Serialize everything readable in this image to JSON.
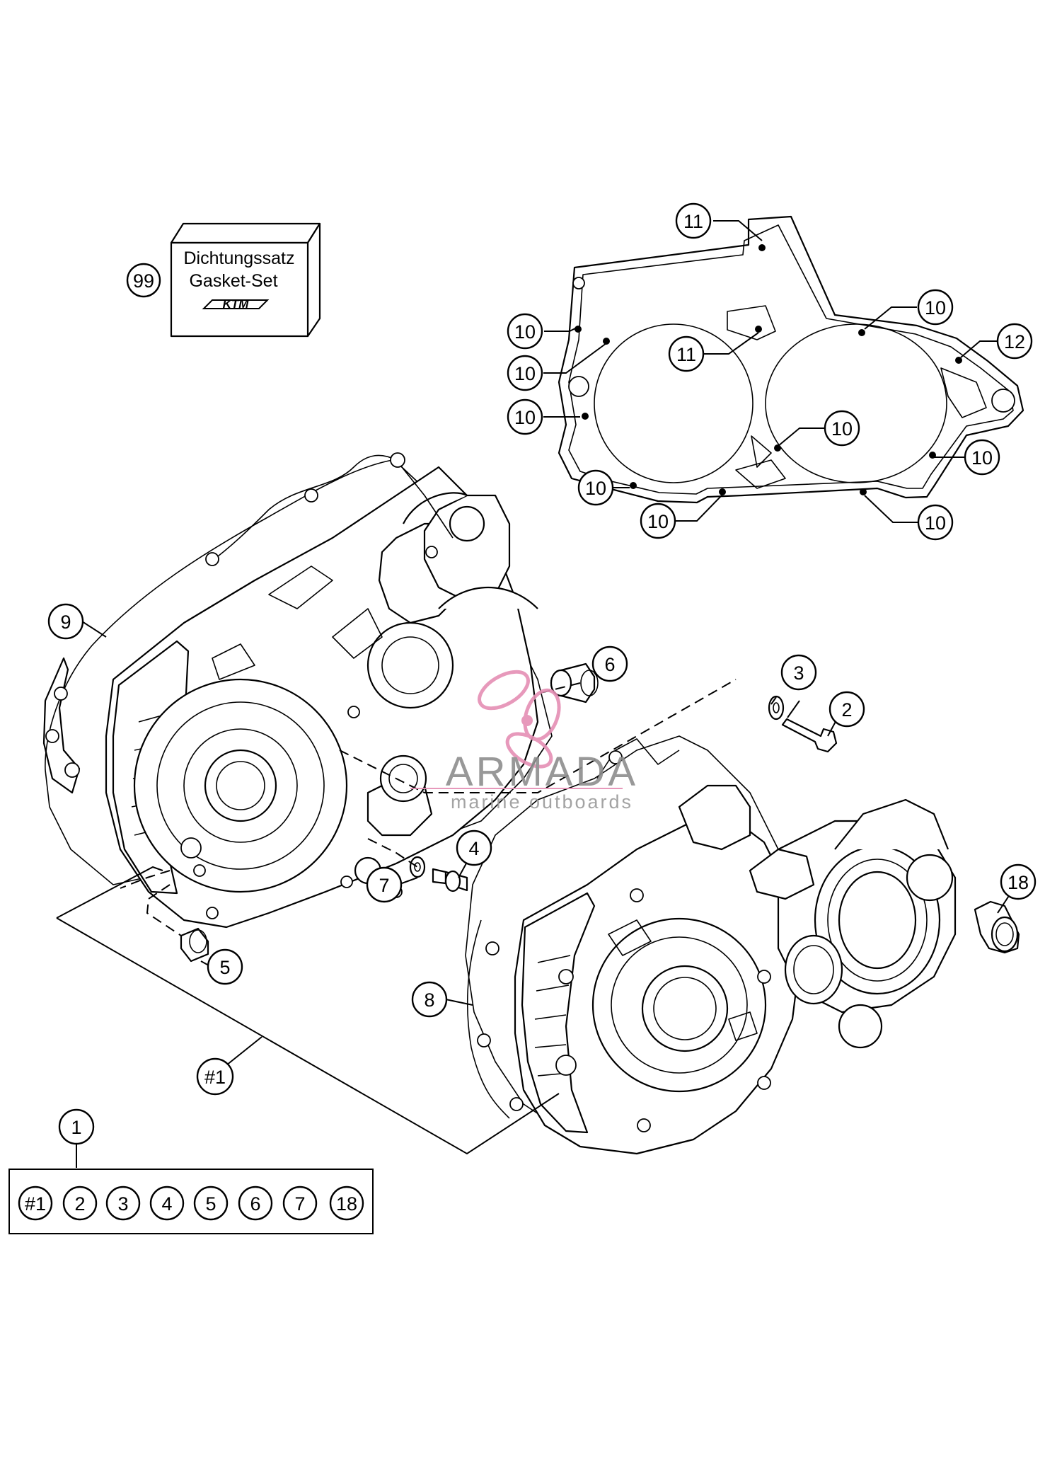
{
  "gasket_set_box": {
    "line1": "Dichtungssatz",
    "line2": "Gasket-Set",
    "logo": "KTM",
    "callout": "99"
  },
  "callouts": {
    "c1": "1",
    "c2": "2",
    "c3": "3",
    "c4": "4",
    "c5": "5",
    "c6": "6",
    "c7": "7",
    "c8": "8",
    "c9": "9",
    "c18": "18",
    "assembly": "#1",
    "g10": "10",
    "g11": "11",
    "g12": "12"
  },
  "kit_contents": [
    "#1",
    "2",
    "3",
    "4",
    "5",
    "6",
    "7",
    "18"
  ],
  "watermark": {
    "title": "ARMADA",
    "subtitle": "marine outboards",
    "accent_color": "#e58fb4"
  },
  "colors": {
    "line": "#000000",
    "background": "#ffffff"
  }
}
